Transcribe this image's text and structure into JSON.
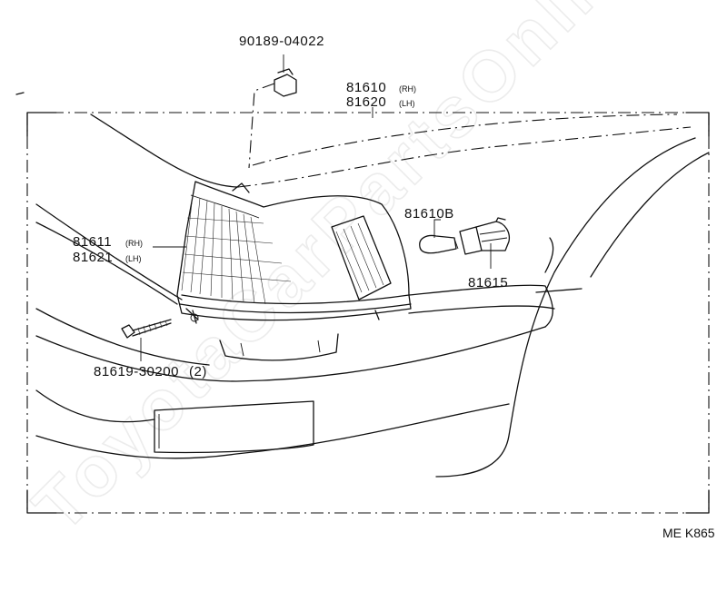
{
  "watermark": "ToyotaCarPartsOnline.ru",
  "parts": {
    "clip": {
      "number": "90189-04022"
    },
    "lamp_assembly": {
      "number_rh": "81610",
      "side_rh": "(RH)",
      "number_lh": "81620",
      "side_lh": "(LH)"
    },
    "lens": {
      "number_rh": "81611",
      "side_rh": "(RH)",
      "number_lh": "81621",
      "side_lh": "(LH)"
    },
    "bulb": {
      "number": "81610B"
    },
    "socket": {
      "number": "81615"
    },
    "screw": {
      "number": "81619-30200",
      "qty": "(2)"
    }
  },
  "figure_ref": "ME K865",
  "colors": {
    "ink": "#111111",
    "paper": "#ffffff",
    "watermark": "#ececec"
  }
}
